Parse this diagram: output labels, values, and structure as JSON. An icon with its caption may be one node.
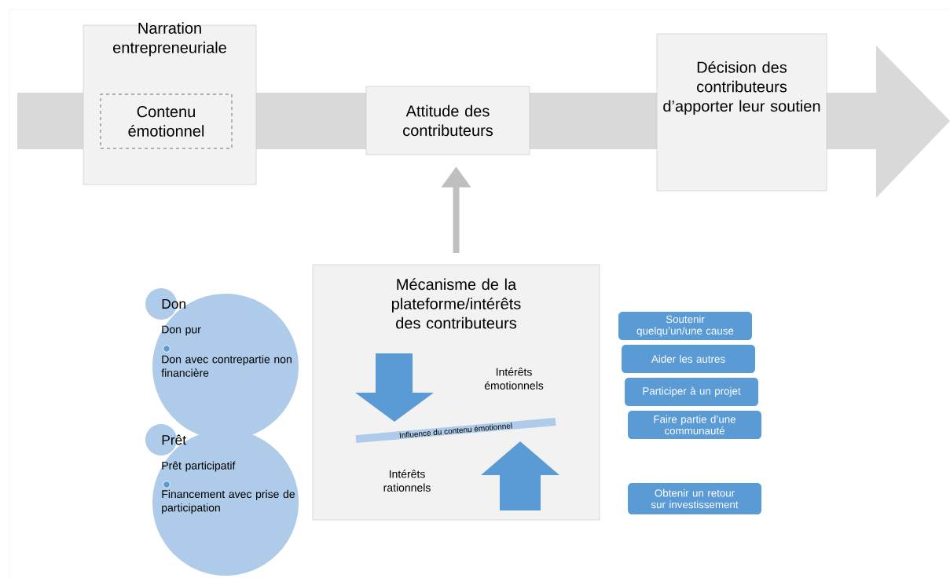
{
  "diagram": {
    "nodes": [
      {
        "text": [
          "Narration entrepreneuriale"
        ]
      },
      {
        "text": [
          "Contenu émotionnel"
        ],
        "in": 0
      },
      {
        "text": [
          "Attitude des contributeurs"
        ]
      },
      {
        "text": [
          "Décision des contributeurs d’apporter leur soutien"
        ]
      },
      {
        "text": [
          "Mécanisme de la plateforme/intérêts des contributeurs"
        ]
      },
      {
        "text": [
          "Influence du contenu émotionnel"
        ],
        "in": 4
      },
      {
        "text": [
          "Don",
          "Don pur",
          "Don avec contrepartie non financière"
        ]
      },
      {
        "text": [
          "Prêt",
          "Prêt participatif",
          "Financement avec prise de participation"
        ]
      },
      {
        "text": [
          "Soutenir quelqu’un/une cause"
        ]
      },
      {
        "text": [
          "Aider les autres"
        ]
      },
      {
        "text": [
          "Participer à un projet"
        ]
      },
      {
        "text": [
          "Faire partie d’une communauté"
        ]
      },
      {
        "text": [
          "Obtenir un retour sur investissement"
        ]
      }
    ],
    "edges": [
      {
        "from": 4,
        "to": 2,
        "arrow": "to"
      }
    ],
    "labels": [
      "Intérêts émotionnels",
      "Intérêts rationnels"
    ]
  }
}
